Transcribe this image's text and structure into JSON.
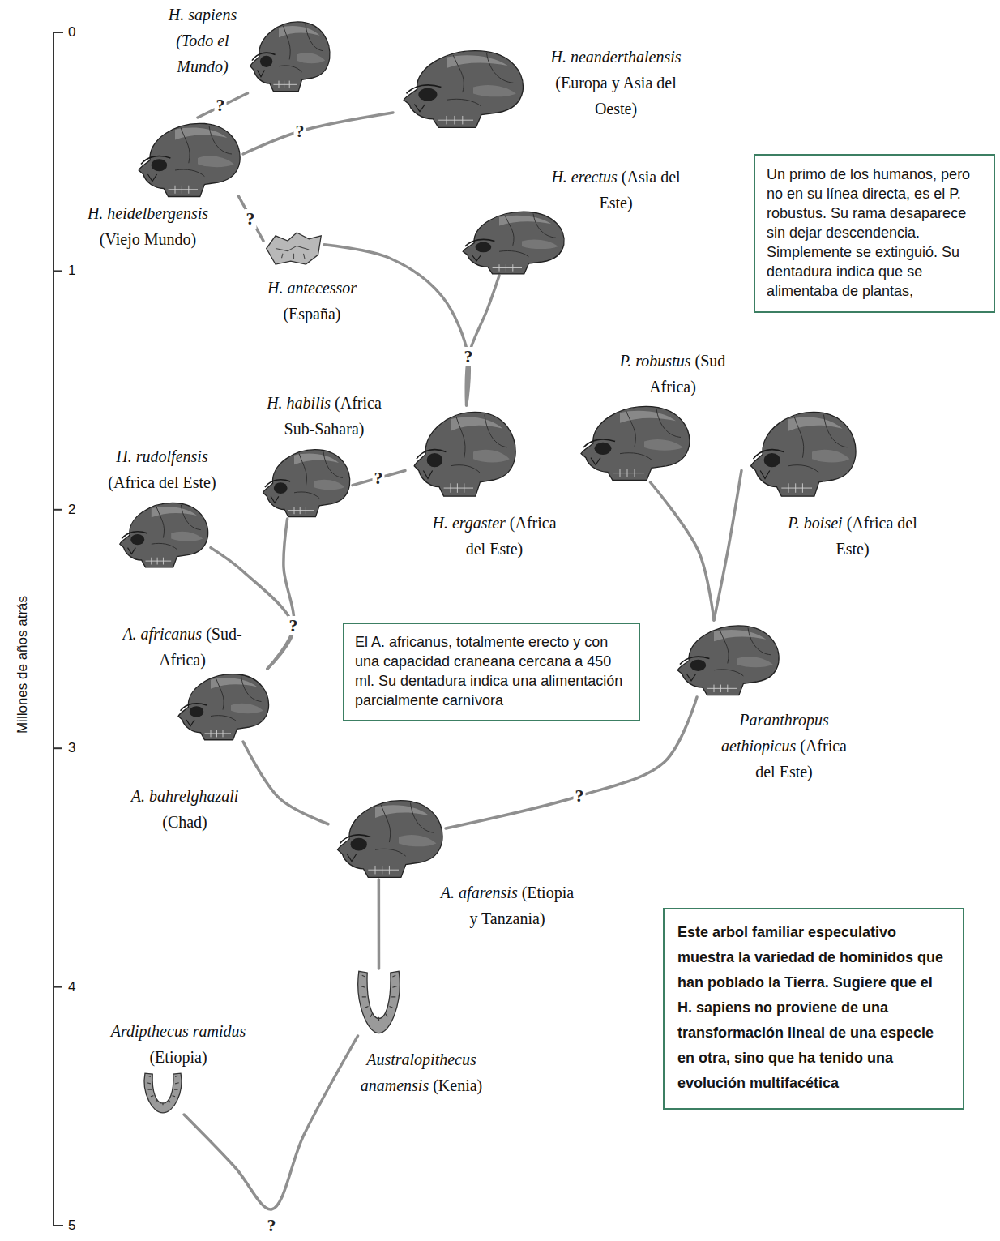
{
  "diagram": {
    "nodes": [
      {
        "text": [
          "H. sapiens",
          "(Todo el Mundo)"
        ]
      },
      {
        "text": [
          "H. neanderthalensis",
          "(Europa y Asia del Oeste)"
        ]
      },
      {
        "text": [
          "H. heidelbergensis",
          "(Viejo Mundo)"
        ]
      },
      {
        "text": [
          "H. erectus",
          "(Asia del Este)"
        ]
      },
      {
        "text": [
          "H. antecessor",
          "(España)"
        ]
      },
      {
        "text": [
          "Un primo de los humanos, pero no en su línea directa, es el P. robustus. Su rama desaparece sin dejar descendencia. Simplemente se extinguió. Su dentadura indica que se alimentaba de plantas,"
        ]
      },
      {
        "text": [
          "P. robustus",
          "(Sud Africa)"
        ]
      },
      {
        "text": [
          "H. habilis",
          "(Africa Sub-Sahara)"
        ]
      },
      {
        "text": [
          "H. ergaster",
          "(Africa del Este)"
        ]
      },
      {
        "text": [
          "H. rudolfensis",
          "(Africa del Este)"
        ]
      },
      {
        "text": [
          "P. boisei",
          "(Africa del Este)"
        ]
      },
      {
        "text": [
          "A. africanus",
          "(Sud-Africa)"
        ]
      },
      {
        "text": [
          "El A. africanus, totalmente erecto y con una capacidad craneana cercana a 450 ml. Su dentadura indica una alimentación parcialmente carnívora"
        ]
      },
      {
        "text": [
          "Paranthropus aethiopicus",
          "(Africa del Este)"
        ]
      },
      {
        "text": [
          "A. afarensis",
          "(Etiopia y Tanzania)"
        ]
      },
      {
        "text": [
          "Este arbol familiar especulativo muestra la variedad de homínidos que han poblado la Tierra. Sugiere que el H. sapiens no proviene de una transformación lineal de una especie en otra, sino que ha tenido una evolución multifacética"
        ]
      },
      {
        "text": [
          "Ardipthecus ramidus",
          "(Etiopia)"
        ]
      },
      {
        "text": [
          "Australopithecus anamensis",
          "(Kenia)"
        ]
      }
    ],
    "edges": [
      {
        "from": 16,
        "to": 17,
        "arrow": "none",
        "label": "?"
      },
      {
        "from": 17,
        "to": 14,
        "arrow": "none"
      },
      {
        "from": 14,
        "to": 11,
        "arrow": "none"
      },
      {
        "from": 14,
        "to": 13,
        "arrow": "none",
        "label": "?"
      },
      {
        "from": 13,
        "to": 6,
        "arrow": "none"
      },
      {
        "from": 13,
        "to": 10,
        "arrow": "none"
      },
      {
        "from": 11,
        "to": 9,
        "arrow": "none",
        "label": "?"
      },
      {
        "from": 11,
        "to": 7,
        "arrow": "none"
      },
      {
        "from": 7,
        "to": 8,
        "arrow": "none",
        "label": "?"
      },
      {
        "from": 8,
        "to": 3,
        "arrow": "none",
        "label": "?"
      },
      {
        "from": 8,
        "to": 4,
        "arrow": "none"
      },
      {
        "from": 4,
        "to": 2,
        "arrow": "none",
        "label": "?"
      },
      {
        "from": 2,
        "to": 1,
        "arrow": "none",
        "label": "?"
      },
      {
        "from": 2,
        "to": 0,
        "arrow": "none",
        "label": "?"
      }
    ],
    "labels": [
      "Millones de años atrás",
      "0",
      "1",
      "2",
      "3",
      "4",
      "5",
      "A. bahrelghazali",
      "(Chad)"
    ]
  }
}
